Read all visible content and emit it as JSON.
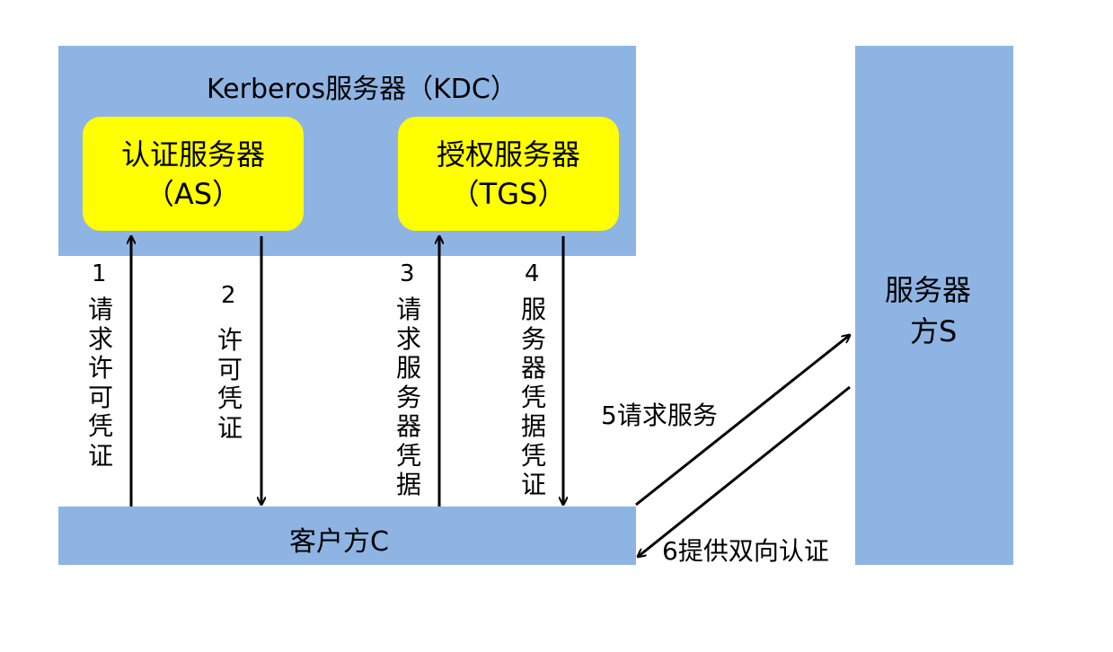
{
  "kdc": {
    "title": "Kerberos服务器（KDC）"
  },
  "as": {
    "line1": "认证服务器",
    "line2": "（AS）"
  },
  "tgs": {
    "line1": "授权服务器",
    "line2": "（TGS）"
  },
  "server": {
    "line1": "服务器",
    "line2": "方S"
  },
  "client": {
    "label": "客户方C"
  },
  "steps": {
    "s1": {
      "num": "1",
      "text": "请求许可凭证"
    },
    "s2": {
      "num": "2",
      "text": "许可凭证"
    },
    "s3": {
      "num": "3",
      "text": "请求服务器凭据"
    },
    "s4": {
      "num": "4",
      "text": "服务器凭据凭证"
    },
    "s5": {
      "text": "5请求服务"
    },
    "s6": {
      "text": "6提供双向认证"
    }
  },
  "colors": {
    "box_blue": "#8eb4e3",
    "box_yellow": "#ffff00",
    "arrow": "#000000"
  }
}
